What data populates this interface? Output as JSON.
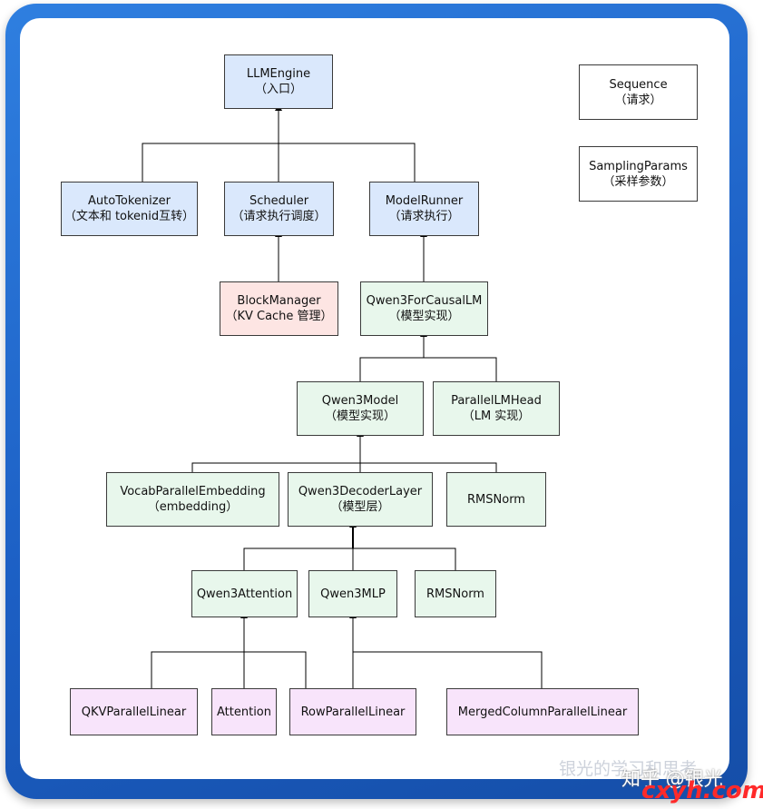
{
  "colors": {
    "frame": "#1c5fc4",
    "blue": "#dae8fc",
    "green": "#e8f7ec",
    "red": "#fde5e3",
    "purple": "#f8e4fb"
  },
  "nodes": {
    "llm_engine": {
      "line1": "LLMEngine",
      "line2": "（入口）"
    },
    "sequence": {
      "line1": "Sequence",
      "line2": "（请求）"
    },
    "sampling_params": {
      "line1": "SamplingParams",
      "line2": "（采样参数）"
    },
    "auto_tokenizer": {
      "line1": "AutoTokenizer",
      "line2": "（文本和 tokenid互转）"
    },
    "scheduler": {
      "line1": "Scheduler",
      "line2": "（请求执行调度）"
    },
    "model_runner": {
      "line1": "ModelRunner",
      "line2": "（请求执行）"
    },
    "block_manager": {
      "line1": "BlockManager",
      "line2": "（KV Cache 管理）"
    },
    "qwen3_causal_lm": {
      "line1": "Qwen3ForCausalLM",
      "line2": "（模型实现）"
    },
    "qwen3_model": {
      "line1": "Qwen3Model",
      "line2": "（模型实现）"
    },
    "parallel_lm_head": {
      "line1": "ParallelLMHead",
      "line2": "（LM 实现）"
    },
    "vocab_embedding": {
      "line1": "VocabParallelEmbedding",
      "line2": "（embedding）"
    },
    "decoder_layer": {
      "line1": "Qwen3DecoderLayer",
      "line2": "（模型层）"
    },
    "rmsnorm_1": {
      "line1": "RMSNorm"
    },
    "attention_block": {
      "line1": "Qwen3Attention"
    },
    "mlp": {
      "line1": "Qwen3MLP"
    },
    "rmsnorm_2": {
      "line1": "RMSNorm"
    },
    "qkv_linear": {
      "line1": "QKVParallelLinear"
    },
    "attention": {
      "line1": "Attention"
    },
    "row_linear": {
      "line1": "RowParallelLinear"
    },
    "merged_linear": {
      "line1": "MergedColumnParallelLinear"
    }
  },
  "watermark": {
    "line1": "银光的学习和思考",
    "line2": "知乎 @银光",
    "line3": "cxyh.com"
  }
}
